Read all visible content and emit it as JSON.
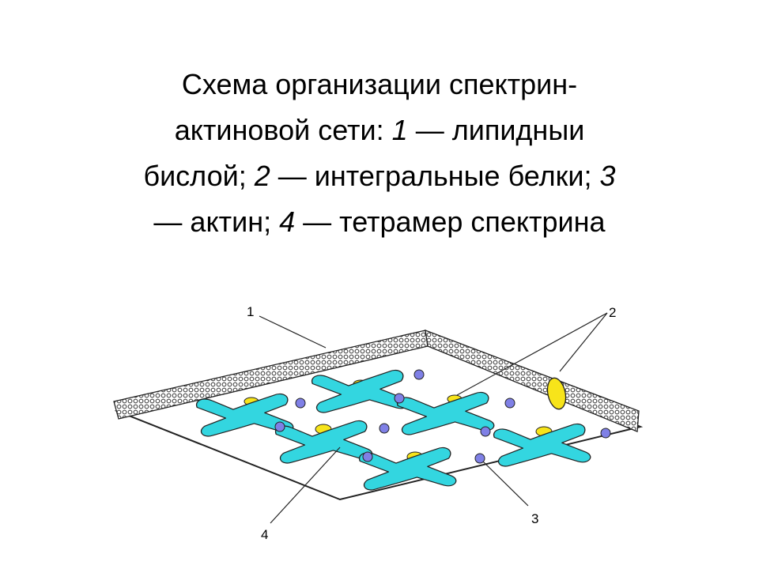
{
  "title": {
    "t1": "Схема организации спектрин-",
    "t2": "актиновой сети: ",
    "n1": "1",
    "t3": " — липидныи",
    "t4": "бислой; ",
    "n2": "2",
    "t5": " — интегральные белки; ",
    "n3": "3",
    "t6": "— актин; ",
    "n4": "4",
    "t7": " — тетрамер спектрина"
  },
  "callouts": {
    "c1": "1",
    "c2": "2",
    "c3": "3",
    "c4": "4"
  },
  "colors": {
    "spectrin": "#33d6e0",
    "actin": "#7f80e6",
    "integral_protein": "#f7e41a",
    "membrane": "#555555"
  }
}
